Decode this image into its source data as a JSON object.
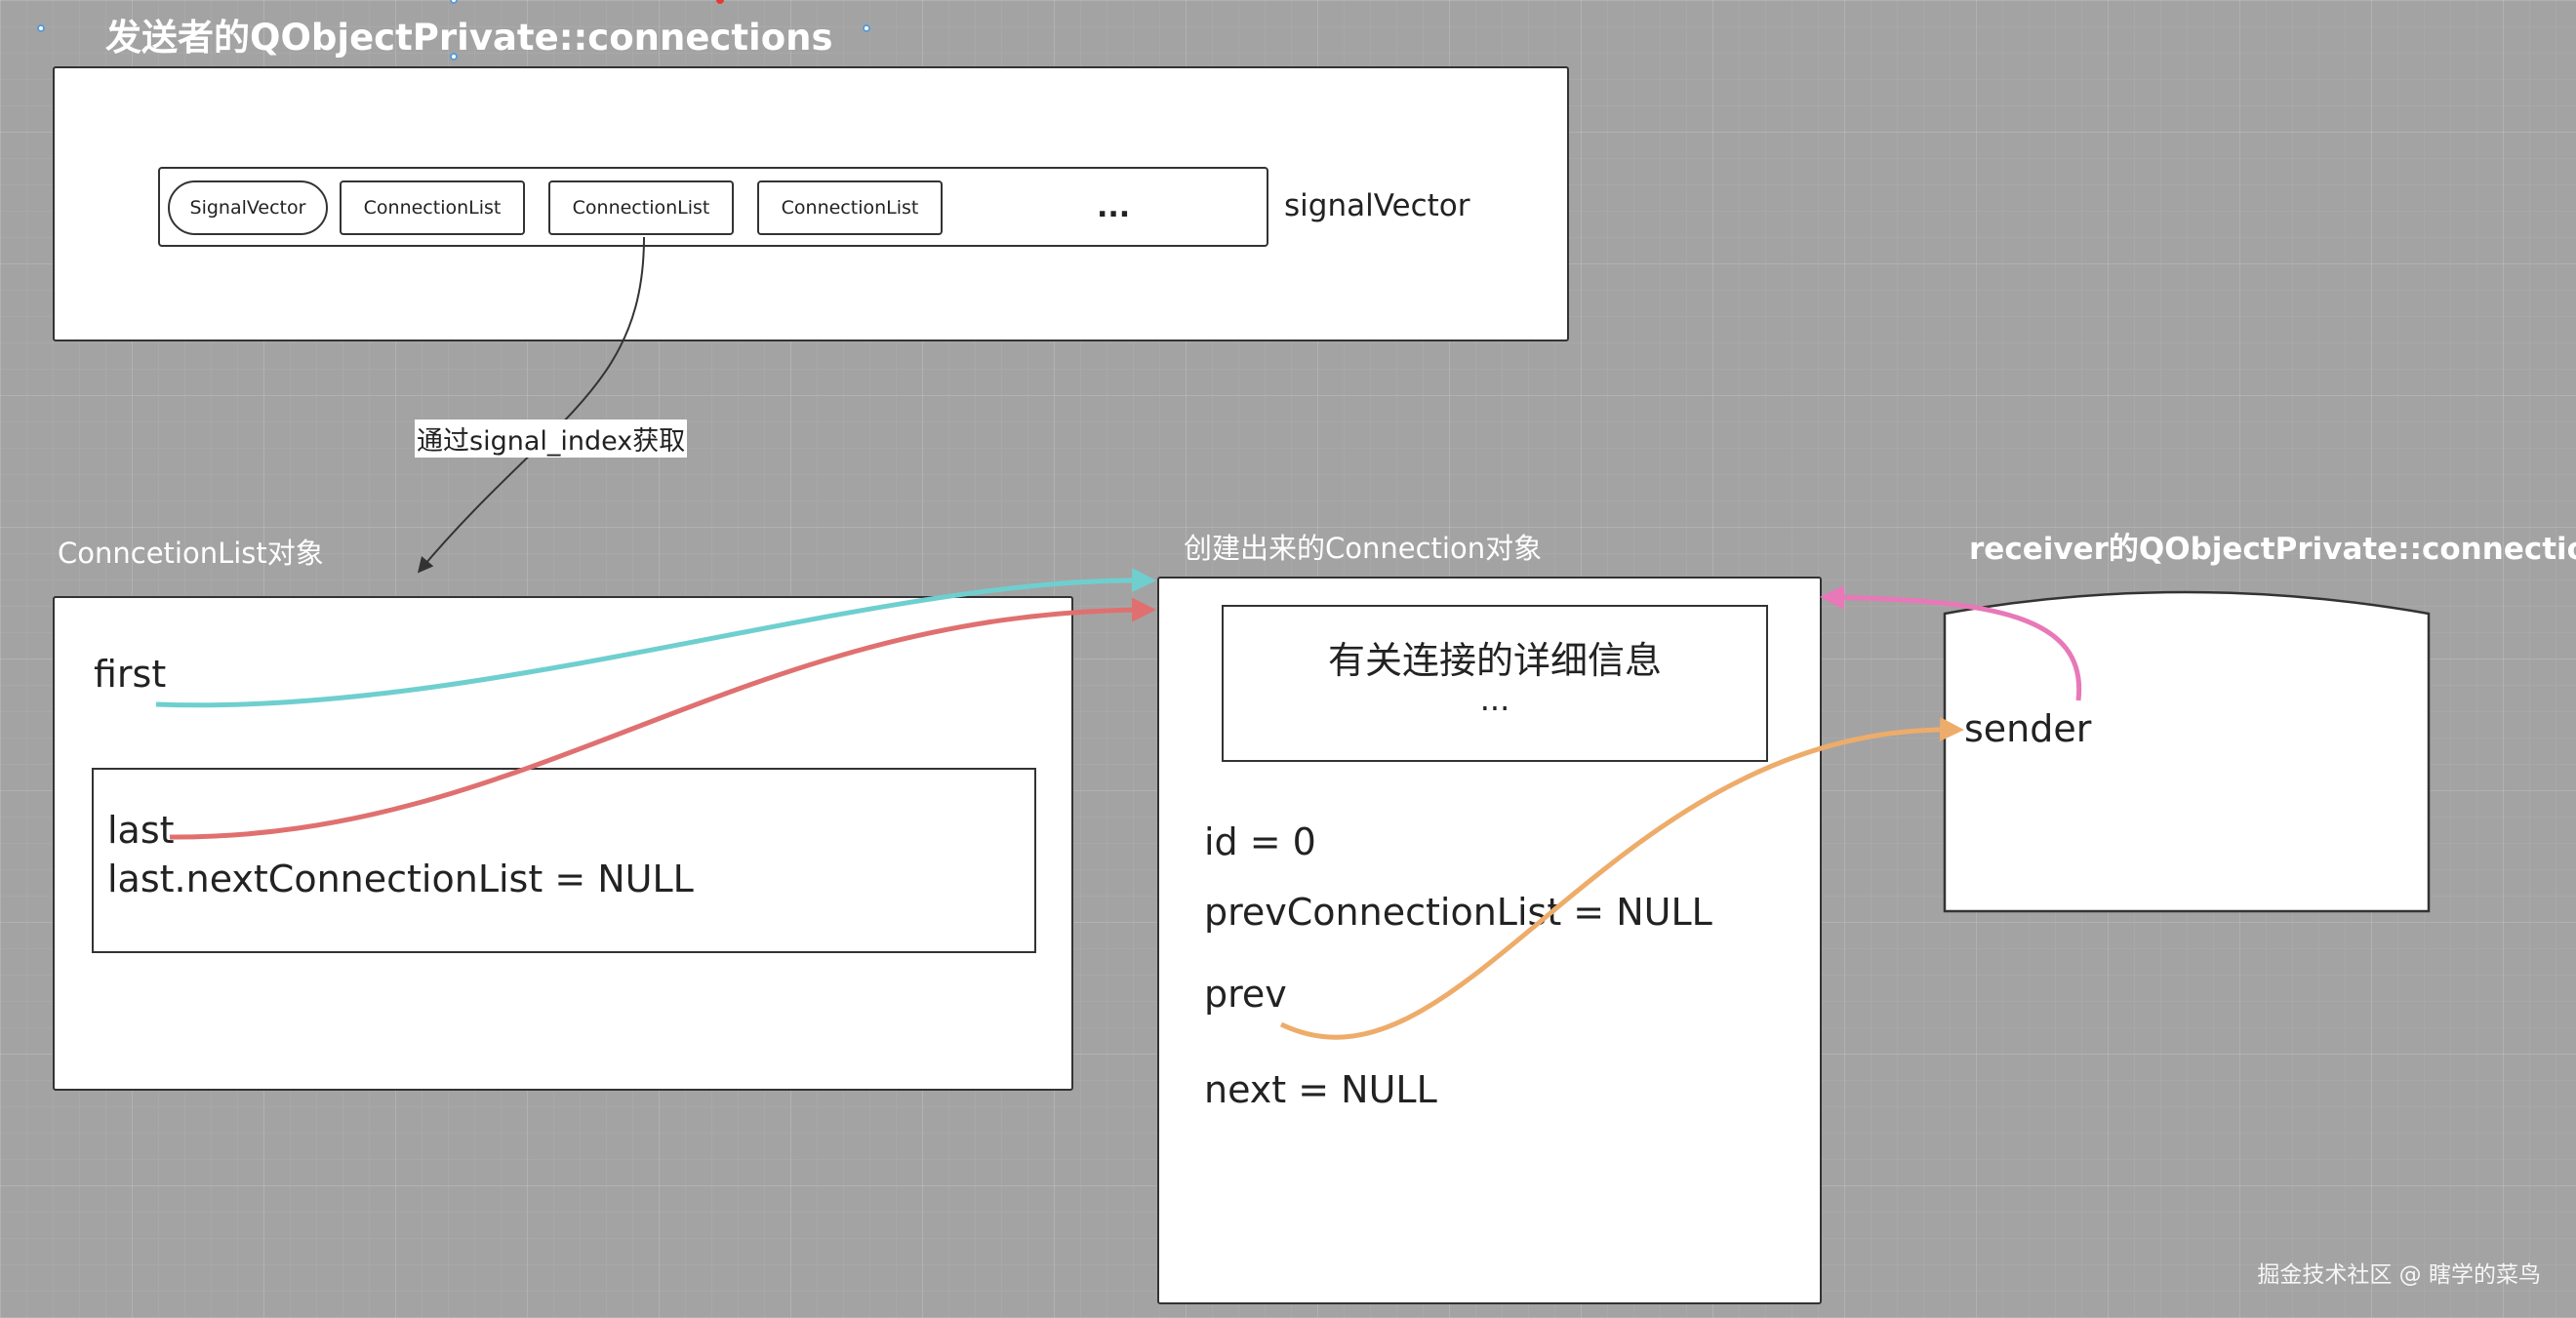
{
  "sender_title": "发送者的QObjectPrivate::connections",
  "signal_vector_label": "signalVector",
  "cells": {
    "c0": "SignalVector",
    "c1": "ConnectionList",
    "c2": "ConnectionList",
    "c3": "ConnectionList",
    "c4": "..."
  },
  "edge_label": "通过signal_index获取",
  "connection_list": {
    "title": "ConncetionList对象",
    "first": "first",
    "last": "last",
    "last_next": "last.nextConnectionList = NULL"
  },
  "connection": {
    "title": "创建出来的Connection对象",
    "details_line1": "有关连接的详细信息",
    "details_line2": "...",
    "id": "id = 0",
    "prev_connection_list": "prevConnectionList = NULL",
    "prev": "prev",
    "next": "next = NULL"
  },
  "receiver": {
    "title": "receiver的QObjectPrivate::connections",
    "sender": "sender"
  },
  "watermark": "掘金技术社区 @ 瞎学的菜鸟",
  "colors": {
    "canvas": "#a3a3a3",
    "cyan_arrow": "#6fcfcf",
    "red_arrow": "#e07070",
    "pink_arrow": "#e878b8",
    "orange_arrow": "#eeac6a"
  }
}
